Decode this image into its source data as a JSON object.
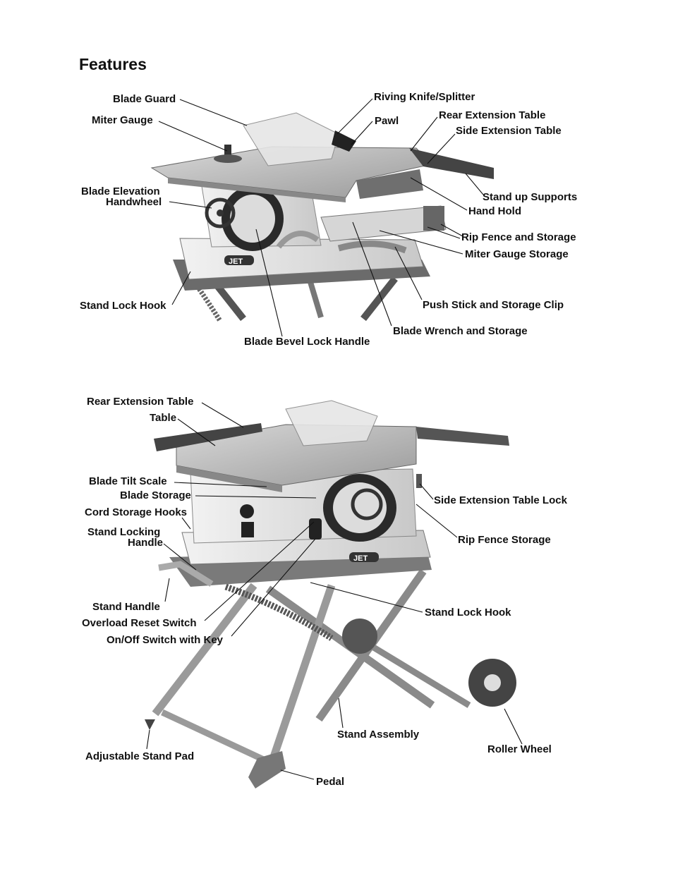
{
  "page": {
    "title": "Features"
  },
  "figure_top": {
    "callouts": [
      "Blade Guard",
      "Miter Gauge",
      "Blade Elevation",
      "Handwheel",
      "Stand Lock Hook",
      "Blade Bevel Lock Handle",
      "Riving Knife/Splitter",
      "Pawl",
      "Rear Extension Table",
      "Side Extension Table",
      "Stand up Supports",
      "Hand Hold",
      "Rip Fence and Storage",
      "Miter Gauge Storage",
      "Push Stick and Storage Clip",
      "Blade Wrench and Storage"
    ],
    "brand": "JET"
  },
  "figure_bottom": {
    "callouts": [
      "Rear Extension Table",
      "Table",
      "Blade Tilt Scale",
      "Blade Storage",
      "Cord Storage Hooks",
      "Stand Locking",
      "Handle",
      "Stand Handle",
      "Overload Reset Switch",
      "On/Off Switch with Key",
      "Adjustable Stand Pad",
      "Side Extension Table Lock",
      "Rip Fence Storage",
      "Stand Lock Hook",
      "Stand Assembly",
      "Roller Wheel",
      "Pedal"
    ],
    "brand": "JET"
  }
}
